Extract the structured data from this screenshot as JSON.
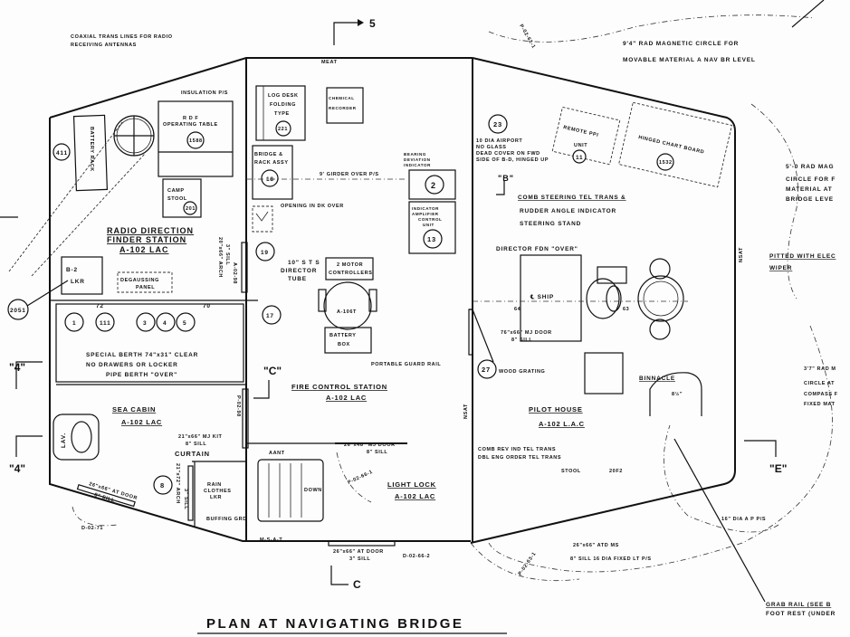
{
  "title": "PLAN AT NAVIGATING BRIDGE",
  "colors": {
    "ink": "#111111",
    "paper": "#fdfdfd"
  },
  "notes": {
    "coaxial_1": "COAXIAL TRANS LINES FOR RADIO",
    "coaxial_2": "RECEIVING ANTENNAS",
    "section_5": "5",
    "insulation": "INSULATION P/S",
    "meat": "MEAT",
    "girder": "9' GIRDER OVER P/S",
    "opening": "OPENING IN DK OVER",
    "dim_72": "72",
    "dim_70": "70",
    "arch_v1": "20\"x66\" ARCH",
    "arch_v2": "3\" SILL",
    "arch_v3": "A-02-98",
    "section_c_top": "\"C\"",
    "section_4_top": "\"4\"",
    "section_4_bot": "\"4\"",
    "section_c_bot": "C",
    "mag_circle_1": "9'4\" RAD MAGNETIC CIRCLE FOR",
    "mag_circle_2": "MOVABLE MATERIAL A   NAV BR LEVEL",
    "door_p02621": "P-02-62-1",
    "airport_1": "10 DIA AIRPORT",
    "airport_2": "NO GLASS",
    "airport_3": "DEAD COVER ON FWD",
    "airport_4": "SIDE OF B-D, HINGED UP",
    "section_b": "\"B\"",
    "steering_1": "COMB STEERING TEL TRANS &",
    "steering_2": "RUDDER ANGLE  INDICATOR",
    "steering_3": "STEERING STAND",
    "mag5_1": "5'-0 RAD MAG",
    "mag5_2": "CIRCLE FOR F",
    "mag5_3": "MATERIAL AT",
    "mag5_4": "BRIDGE LEVE",
    "wiper_1": "PITTED WITH ELEC",
    "wiper_2": "WIPER",
    "director_fdn": "DIRECTOR FDN \"OVER\"",
    "cl_ship": "℄ SHIP",
    "dim_64": "64",
    "dim_63": "63",
    "door_76": "76\"x66\" MJ DOOR",
    "door_76_sill": "8\" SILL",
    "wood_grating": "WOOD GRATING",
    "binnacle": "BINNACLE",
    "mag3_1": "3'7\" RAD M",
    "mag3_2": "CIRCLE AT",
    "mag3_3": "COMPASS F",
    "mag3_4": "FIXED MAT",
    "dim_8half": "8½\"",
    "section_e": "\"E\"",
    "comb_rev_1": "COMB REV IND TEL TRANS",
    "comb_rev_2": "DBL ENG ORDER TEL TRANS",
    "stool": "STOOL",
    "stool_num": "20F2",
    "ap_16": "16\" DIA A P  P/S",
    "door_atd_1": "26\"x66\" ATD  MS",
    "door_atd_2": "8\" SILL  16 DIA FIXED LT  P/S",
    "door_p02631": "P-02-63-1",
    "grab_1": "GRAB RAIL (SEE B",
    "grab_2": "FOOT REST (UNDER",
    "nsat_1": "NSAT",
    "nsat_2": "NSAT",
    "door_2148": "21\"x66\" MJ KIT",
    "door_2148_sill": "8\" SILL",
    "curtain": "CURTAIN",
    "door_p0298": "P-02-98",
    "arch_21": "21\"x72\" ARCH",
    "arch_21_sill": "3\" SILL",
    "door_at_1": "26\"x66\" AT DOOR",
    "door_at_2": "8\" SILL",
    "door_d0271": "D-02-71",
    "aant": "AANT",
    "down": "DOWN",
    "door_mj_1": "26\"x48\" MJ DOOR",
    "door_mj_2": "8\" SILL",
    "door_p02661": "P-02-66-1",
    "msat": "M-S-A-T",
    "door_bot_1": "26\"x66\" AT DOOR",
    "door_bot_2": "3\" SILL",
    "door_d02662": "D-02-66-2",
    "portable_rail": "PORTABLE GUARD RAIL",
    "buffing": "BUFFING GRD"
  },
  "rooms": {
    "radio": [
      "RADIO DIRECTION",
      "FINDER STATION",
      "A-102 LAC"
    ],
    "fire_control": [
      "FIRE CONTROL STATION",
      "A-102 LAC"
    ],
    "sea_cabin": [
      "SEA CABIN",
      "A-102 LAC"
    ],
    "light_lock": [
      "LIGHT LOCK",
      "A-102 LAC"
    ],
    "pilot_house": [
      "PILOT HOUSE",
      "A-102 L.A.C"
    ]
  },
  "equipment": {
    "rdf": {
      "label_1": "R D F",
      "label_2": "OPERATING TABLE",
      "num": "1588"
    },
    "log_desk": {
      "label_1": "LOG DESK",
      "label_2": "FOLDING",
      "label_3": "TYPE",
      "num": "221"
    },
    "chem_recorder": {
      "label_1": "CHEMICAL",
      "label_2": "RECORDER"
    },
    "bridge_rack": {
      "label_1": "BRIDGE &",
      "label_2": "RACK ASSY",
      "num": "18"
    },
    "camp_stool": {
      "label_1": "CAMP",
      "label_2": "STOOL",
      "num": "201"
    },
    "battery_rack": {
      "label": "BATTERY RACK",
      "num": "411"
    },
    "b2_lkr": {
      "label_1": "B-2",
      "label_2": "LKR",
      "num": "2051"
    },
    "degaussing": {
      "label_1": "DEGAUSSING",
      "label_2": "PANEL"
    },
    "berth": {
      "nums": [
        "1",
        "111",
        "3",
        "4",
        "5"
      ],
      "label_1": "SPECIAL BERTH 74\"x31\" CLEAR",
      "label_2": "NO DRAWERS OR LOCKER",
      "label_3": "PIPE BERTH \"OVER\""
    },
    "item_19": "19",
    "item_17": "17",
    "director_tube": {
      "label_1": "10\" S T S",
      "label_2": "DIRECTOR",
      "label_3": "TUBE"
    },
    "motor_ctrl": {
      "label_1": "2 MOTOR",
      "label_2": "CONTROLLERS"
    },
    "a106t": "A-106T",
    "battery_box": {
      "label_1": "BATTERY",
      "label_2": "BOX"
    },
    "lav": "LAV.",
    "item_8": "8",
    "rain_lkr": {
      "label_1": "RAIN",
      "label_2": "CLOTHES",
      "label_3": "LKR"
    },
    "bdi": {
      "label_1": "BEARING",
      "label_2": "DEVIATION",
      "label_3": "INDICATOR",
      "num": "2"
    },
    "amp_ctrl": {
      "label_1": "INDICATOR",
      "label_2": "AMPLIFIER",
      "label_3": "CONTROL",
      "label_4": "UNIT",
      "num": "13"
    },
    "item_23": "23",
    "remote_ppi": {
      "label_1": "REMOTE PPI",
      "label_2": "UNIT",
      "num": "11"
    },
    "chart_board": {
      "label": "HINGED CHART BOARD",
      "num": "1532"
    },
    "item_27": "27"
  }
}
